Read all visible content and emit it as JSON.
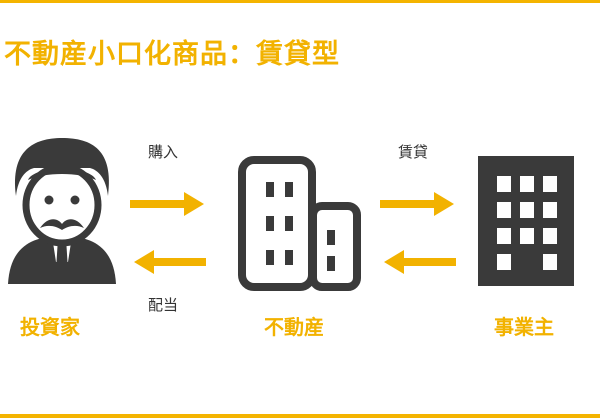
{
  "title": "不動産小口化商品：賃貸型",
  "nodes": {
    "investor": {
      "label": "投資家",
      "icon": "investor-person-icon"
    },
    "property": {
      "label": "不動産",
      "icon": "real-estate-buildings-icon"
    },
    "operator": {
      "label": "事業主",
      "icon": "business-building-icon"
    }
  },
  "flows": {
    "purchase": "購入",
    "dividend": "配当",
    "lease": "賃貸"
  },
  "colors": {
    "accent": "#f2b200",
    "icon": "#3a3a3a",
    "text": "#333333"
  }
}
